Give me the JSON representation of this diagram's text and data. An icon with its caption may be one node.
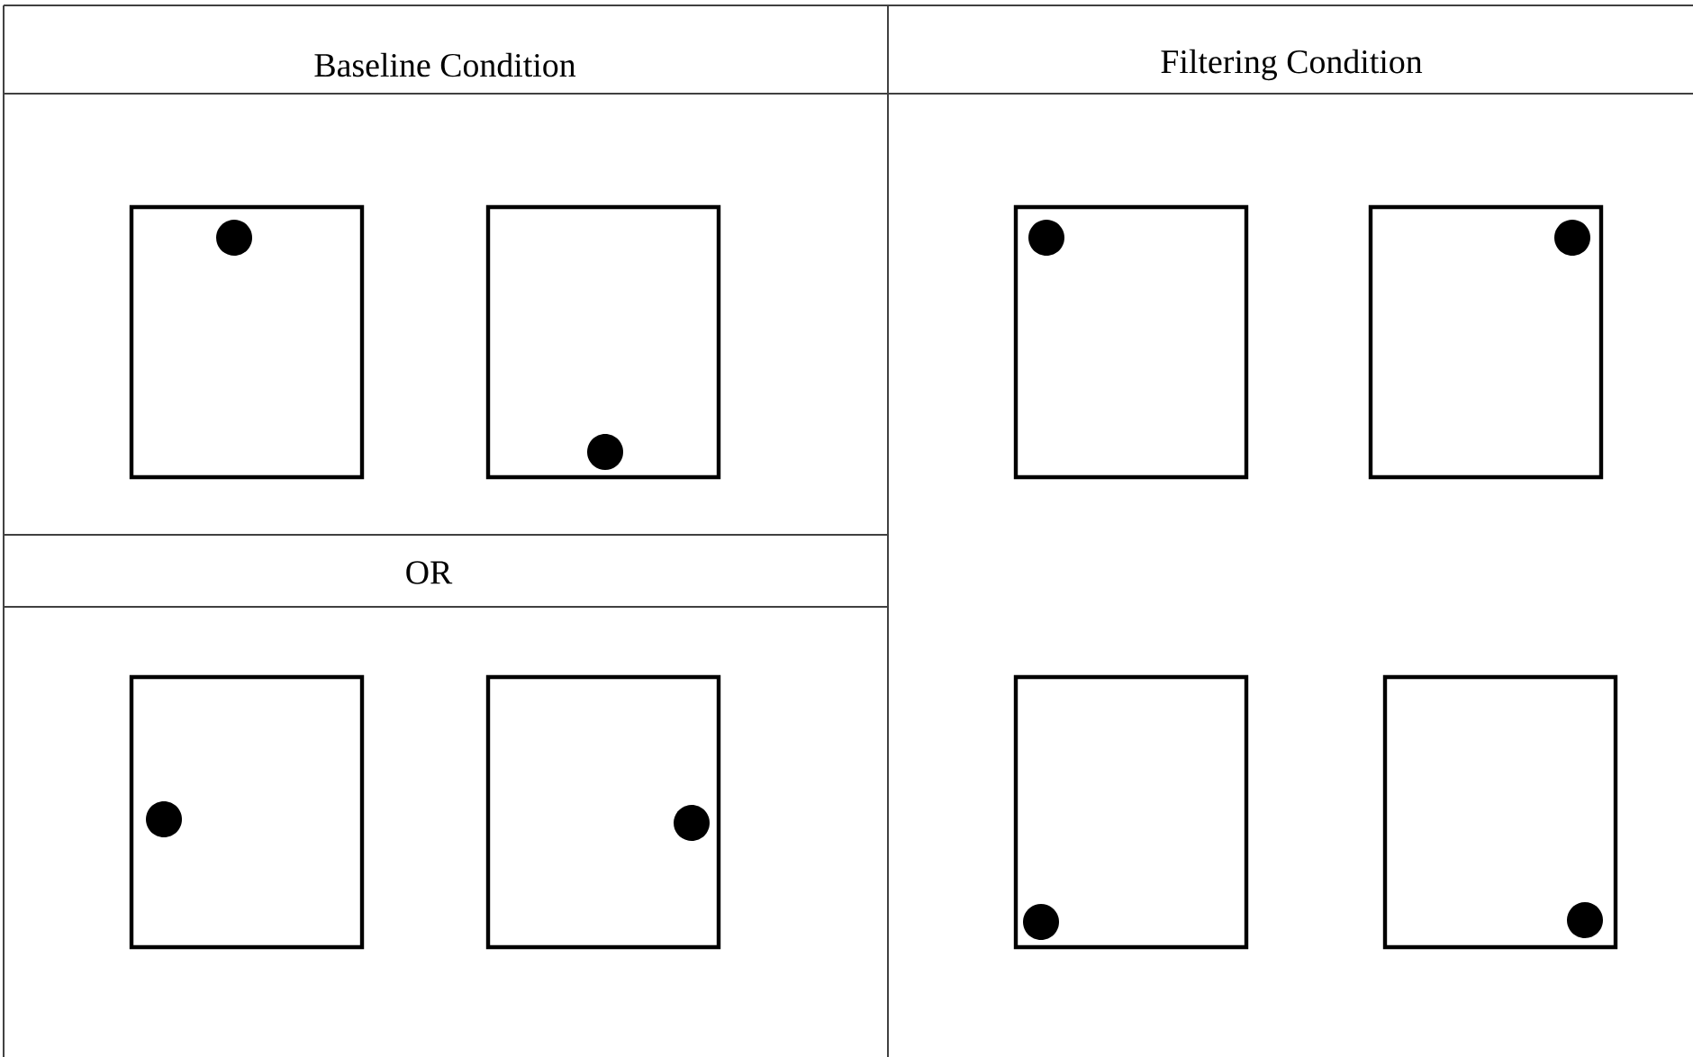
{
  "diagram": {
    "labels": [
      "Baseline Condition",
      "Filtering Condition",
      "OR"
    ]
  }
}
